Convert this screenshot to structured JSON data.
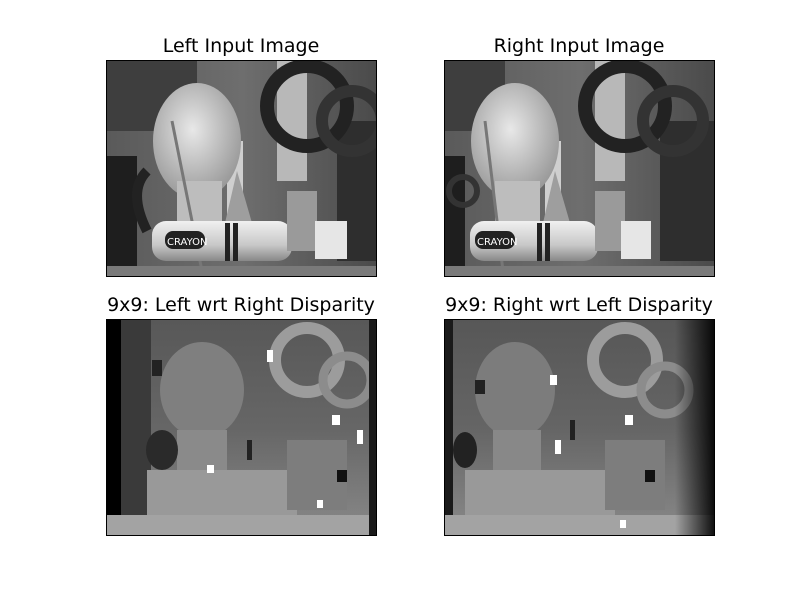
{
  "panels": [
    {
      "title": "Left Input Image",
      "image": "grayscale-stereo-scene-left"
    },
    {
      "title": "Right Input Image",
      "image": "grayscale-stereo-scene-right"
    },
    {
      "title": "9x9: Left wrt Right Disparity",
      "image": "disparity-map-left"
    },
    {
      "title": "9x9: Right wrt Left Disparity",
      "image": "disparity-map-right"
    }
  ]
}
